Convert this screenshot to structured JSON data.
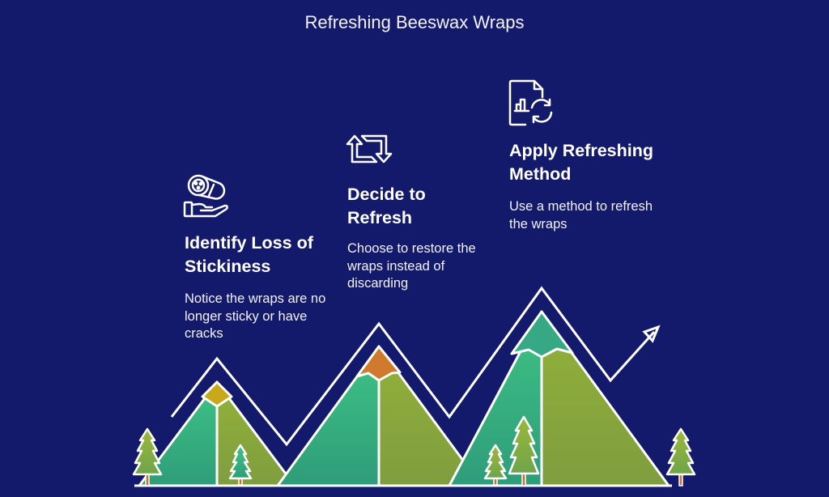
{
  "title": "Refreshing Beeswax Wraps",
  "colors": {
    "background": "#141a6b",
    "line": "#ffffff",
    "mountain_left_face": "#3bb67e",
    "mountain_right_face": "#8aa83a",
    "peak1": "#c9a81a",
    "peak2": "#cf7a2c",
    "peak3": "#3bb67e",
    "trunk": "#c9702a"
  },
  "steps": [
    {
      "icon": "hand-holding-wrap-icon",
      "heading": "Identify Loss of Stickiness",
      "heading_lines": [
        "Identify Loss of",
        "Stickiness"
      ],
      "description": "Notice the wraps are no longer sticky or have cracks"
    },
    {
      "icon": "refresh-arrows-icon",
      "heading": "Decide to Refresh",
      "heading_lines": [
        "Decide to",
        "Refresh"
      ],
      "description": "Choose to restore the wraps instead of discarding"
    },
    {
      "icon": "document-chart-refresh-icon",
      "heading": "Apply Refreshing Method",
      "heading_lines": [
        "Apply",
        "Refreshing",
        "Method"
      ],
      "description": "Use a method to refresh the wraps"
    }
  ]
}
